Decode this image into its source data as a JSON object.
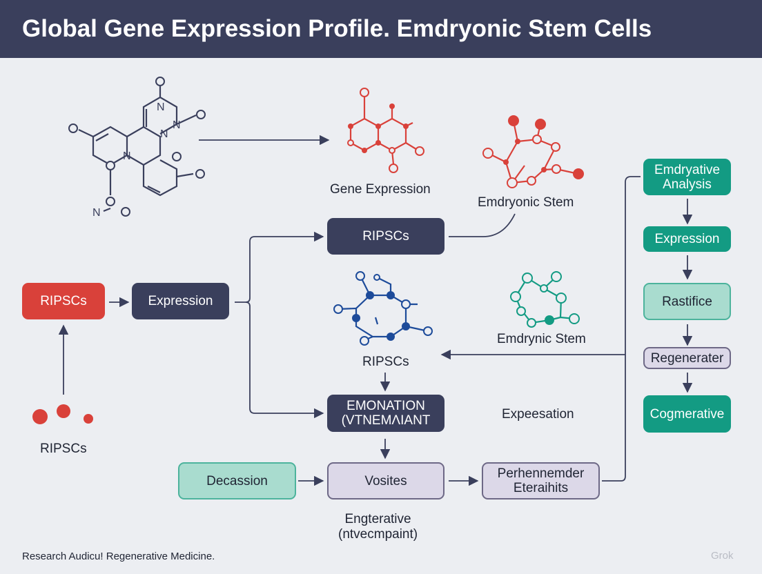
{
  "title": "Global Gene Expression Profile. Emdryonic Stem Cells",
  "colors": {
    "header": "#3a3f5c",
    "dark_box": "#3a3f5c",
    "red": "#d9413a",
    "teal": "#139b83",
    "mint": "#a9dccf",
    "lavender": "#dcd8e8",
    "navy": "#1d4b9a"
  },
  "boxes": {
    "ripscs_red": "RIPSCs",
    "expression_left": "Expression",
    "ripscs_top": "RIPSCs",
    "emonation": "EMONATION\n(VTNEMΛIANT",
    "decassion": "Decassion",
    "vosites": "Vosites",
    "perhennemder": "Perhennemder\nEterаihits",
    "emdryative": "Emdryative\nAnalysis",
    "expression_right": "Expression",
    "rastifice": "Rastifice",
    "regenerater": "Regenerater",
    "cogmerative": "Cogmerative"
  },
  "labels": {
    "gene_expression": "Gene Expression",
    "emdryonic_stem": "Emdryonic Stem",
    "ripscs_mid": "RIPSCs",
    "emdrynic_stem": "Emdrynic Stem",
    "expeesation": "Expeesation",
    "ripscs_left": "RIPSCs",
    "engterative": "Engterative\n(ntvecmpaint)"
  },
  "molecule_letters": {
    "o": "O",
    "n": "N"
  },
  "footer": "Research Audicu! Regenerative Medicine.",
  "watermark": "Grok"
}
